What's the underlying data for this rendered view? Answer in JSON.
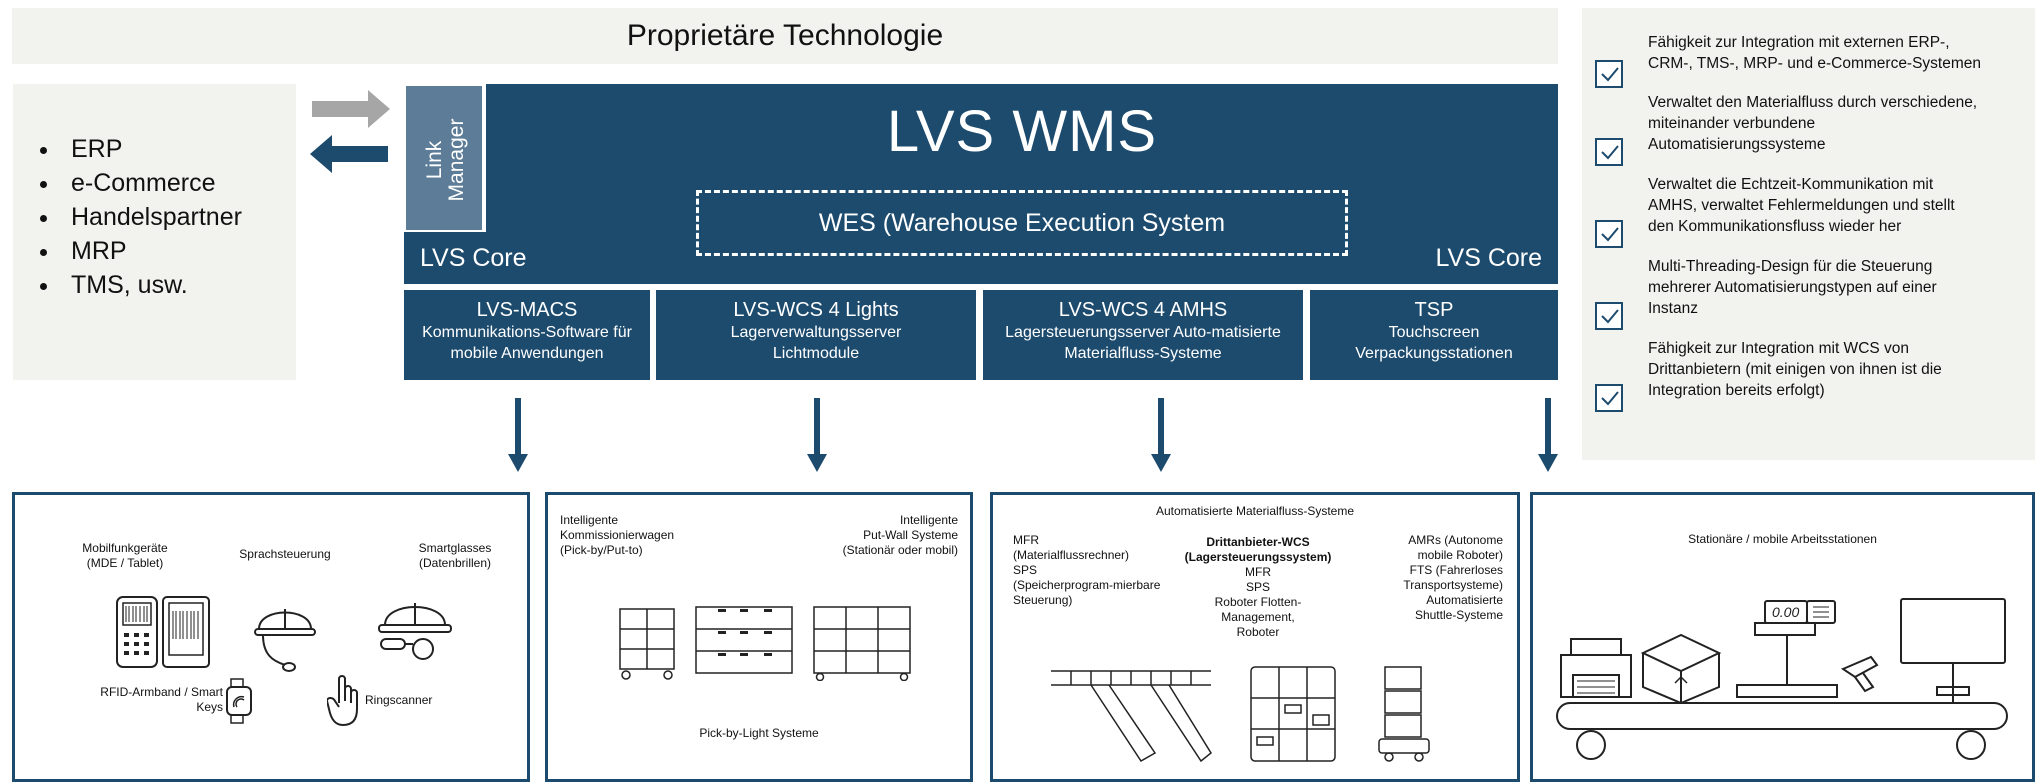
{
  "banner": {
    "title": "Proprietäre Technologie"
  },
  "integrations": {
    "items": [
      "ERP",
      "e-Commerce",
      "Handelspartner",
      "MRP",
      "TMS, usw."
    ]
  },
  "link_manager": {
    "label": "Link Manager"
  },
  "wms": {
    "title": "LVS WMS",
    "wes": "WES (Warehouse Execution System",
    "core_left": "LVS Core",
    "core_right": "LVS Core"
  },
  "modules": [
    {
      "title": "LVS-MACS",
      "sub1": "Kommunikations-Software für",
      "sub2": "mobile Anwendungen"
    },
    {
      "title": "LVS-WCS 4 Lights",
      "sub1": "Lagerverwaltungsserver",
      "sub2": "Lichtmodule"
    },
    {
      "title": "LVS-WCS 4 AMHS",
      "sub1": "Lagersteuerungsserver Auto-matisierte",
      "sub2": "Materialfluss-Systeme"
    },
    {
      "title": "TSP",
      "sub1": "Touchscreen",
      "sub2": "Verpackungsstationen"
    }
  ],
  "features": [
    {
      "l1": "Fähigkeit zur Integration mit externen ERP-,",
      "l2": "CRM-, TMS-, MRP- und e-Commerce-Systemen",
      "l3": ""
    },
    {
      "l1": "Verwaltet den Materialfluss durch verschiedene,",
      "l2": "miteinander verbundene",
      "l3": "Automatisierungssysteme"
    },
    {
      "l1": "Verwaltet die Echtzeit-Kommunikation mit",
      "l2": "AMHS, verwaltet Fehlermeldungen und stellt",
      "l3": "den Kommunikationsfluss wieder her"
    },
    {
      "l1": "Multi-Threading-Design für die Steuerung",
      "l2": "mehrerer Automatisierungstypen auf einer",
      "l3": "Instanz"
    },
    {
      "l1": "Fähigkeit zur Integration mit WCS von",
      "l2": "Drittanbietern (mit einigen von ihnen ist die",
      "l3": "Integration bereits erfolgt)"
    }
  ],
  "panel1": {
    "mobile_a": "Mobilfunkgeräte",
    "mobile_b": "(MDE / Tablet)",
    "voice": "Sprachsteuerung",
    "glasses_a": "Smartglasses",
    "glasses_b": "(Datenbrillen)",
    "rfid_a": "RFID-Armband / Smart",
    "rfid_b": "Keys",
    "ring": "Ringscanner"
  },
  "panel2": {
    "cart_a": "Intelligente",
    "cart_b": "Kommissionierwagen",
    "cart_c": "(Pick-by/Put-to)",
    "wall_a": "Intelligente",
    "wall_b": "Put-Wall Systeme",
    "wall_c": "(Stationär oder mobil)",
    "pbl": "Pick-by-Light Systeme"
  },
  "panel3": {
    "title": "Automatisierte Materialfluss-Systeme",
    "l1": "MFR",
    "l2": "(Materialflussrechner)",
    "l3": "SPS",
    "l4": "(Speicherprogram-mierbare",
    "l5": "Steuerung)",
    "m1": "Drittanbieter-WCS",
    "m2": "(Lagersteuerungssystem)",
    "m3": "MFR",
    "m4": "SPS",
    "m5": "Roboter Flotten-",
    "m6": "Management,",
    "m7": "Roboter",
    "r1": "AMRs (Autonome",
    "r2": "mobile Roboter)",
    "r3": "FTS (Fahrerloses",
    "r4": "Transportsysteme)",
    "r5": "Automatisierte",
    "r6": "Shuttle-Systeme"
  },
  "panel4": {
    "title": "Stationäre / mobile Arbeitsstationen",
    "scale": "0.00"
  },
  "colors": {
    "navy": "#1d4b6e",
    "link_manager": "#5c7c97",
    "panel_bg": "#f2f2ef",
    "grey_arrow": "#a6a6a6"
  }
}
